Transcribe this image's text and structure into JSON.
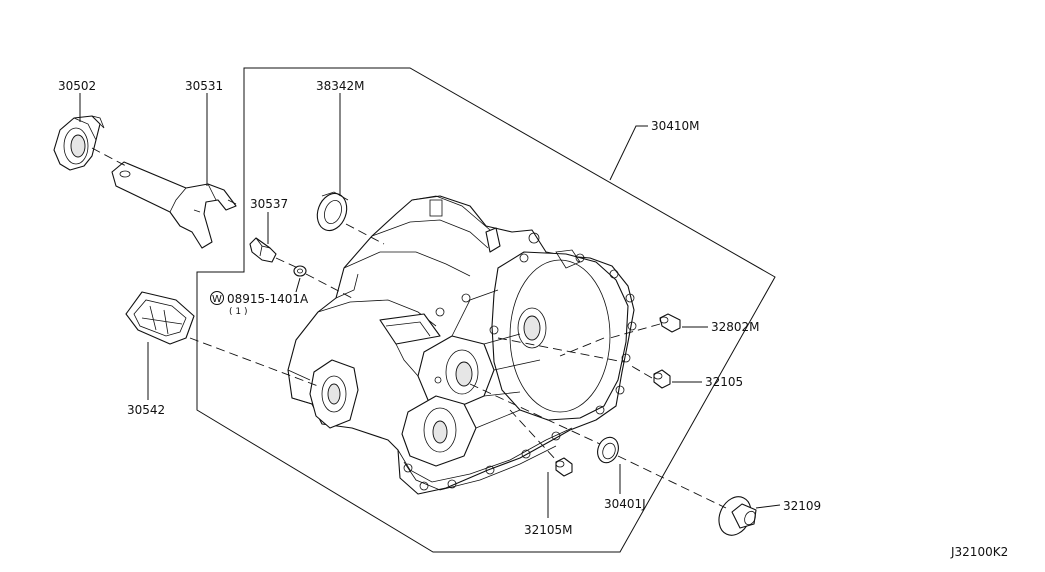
{
  "diagram": {
    "code": "J32100K2",
    "labels": {
      "p30502": "30502",
      "p30531": "30531",
      "p38342m": "38342M",
      "p30410m": "30410M",
      "p30537": "30537",
      "washer_prefix": "W",
      "p08915": "08915-1401A",
      "p08915_qty": "( 1 )",
      "p32802m": "32802M",
      "p32105": "32105",
      "p30542": "30542",
      "p30401j": "30401J",
      "p32109": "32109",
      "p32105m": "32105M"
    }
  }
}
